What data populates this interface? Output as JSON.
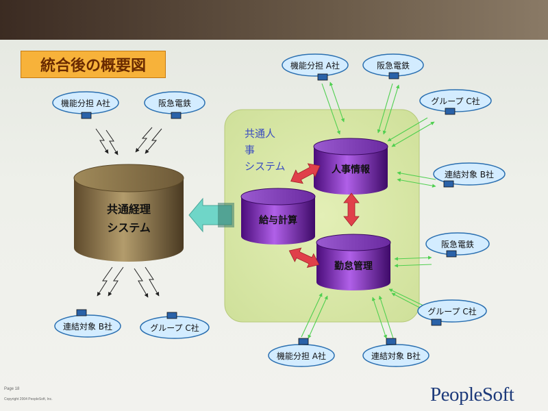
{
  "title": "統合後の概要図",
  "footer": {
    "page": "Page 18",
    "copyright": "Copyright 2004 PeopleSoft, Inc."
  },
  "logo": "PeopleSoft",
  "common_hr": {
    "title_lines": [
      "共通人",
      "事",
      "システム"
    ]
  },
  "cylinders": {
    "accounting_lines": [
      "共通経理",
      "システム"
    ],
    "hr_info": "人事情報",
    "payroll": "給与計算",
    "attendance": "勤怠管理"
  },
  "left_companies": {
    "top_left": "機能分担 A社",
    "top_right": "阪急電鉄",
    "bottom_left": "連結対象 B社",
    "bottom_right": "グループ C社"
  },
  "right_companies": {
    "top_a": "機能分担 A社",
    "top_hankyu": "阪急電鉄",
    "group_c_upper": "グループ C社",
    "renketsu_b_upper": "連結対象 B社",
    "hankyu_lower": "阪急電鉄",
    "group_c_lower": "グループ C社",
    "bottom_a": "機能分担 A社",
    "bottom_b": "連結対象 B社"
  },
  "colors": {
    "title_bg": "#f7b23a",
    "accounting_cylinder": "#8a7650",
    "hr_cylinders": "#7a1fb0",
    "hr_box": "#d9e8a6",
    "cloud_fill": "#d3ecff",
    "cloud_stroke": "#2a6fb0",
    "arrow_red": "#e0404a",
    "arrow_teal": "#6fd6c8",
    "link_green": "#4fcf4f",
    "logo": "#1d3a7a"
  }
}
